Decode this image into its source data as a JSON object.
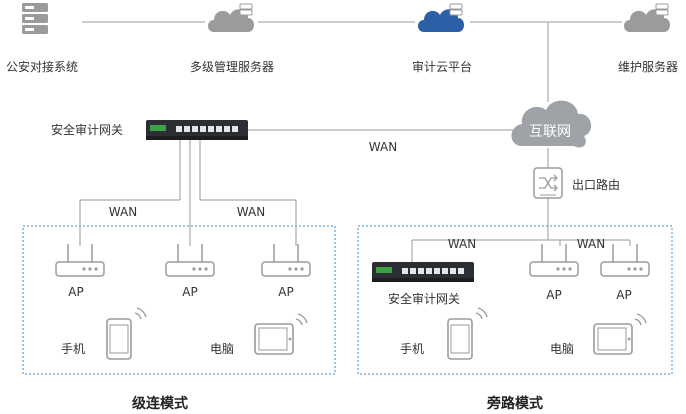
{
  "colors": {
    "line": "#9a9a9a",
    "icon_gray": "#9b9b9b",
    "cloud_blue": "#2d5fa6",
    "dashed_border": "#3b8fd6",
    "router_dark": "#2b2f33"
  },
  "top": {
    "police": {
      "label": "公安对接系统",
      "icon": "server-rack-icon"
    },
    "mgmt": {
      "label": "多级管理服务器",
      "icon": "cloud-server-icon"
    },
    "audit_cloud": {
      "label": "审计云平台",
      "icon": "cloud-server-icon"
    },
    "maint": {
      "label": "维护服务器",
      "icon": "cloud-server-icon"
    }
  },
  "main": {
    "gateway_label": "安全审计网关",
    "wan_main": "WAN",
    "internet_label": "互联网",
    "exit_router_label": "出口路由"
  },
  "cascade": {
    "wan_left": "WAN",
    "wan_right": "WAN",
    "ap1": "AP",
    "ap2": "AP",
    "ap3": "AP",
    "phone": "手机",
    "pc": "电脑",
    "title": "级连模式"
  },
  "bypass": {
    "gateway_label": "安全审计网关",
    "wan_left": "WAN",
    "wan_right": "WAN",
    "ap1": "AP",
    "ap2": "AP",
    "phone": "手机",
    "pc": "电脑",
    "title": "旁路模式"
  }
}
